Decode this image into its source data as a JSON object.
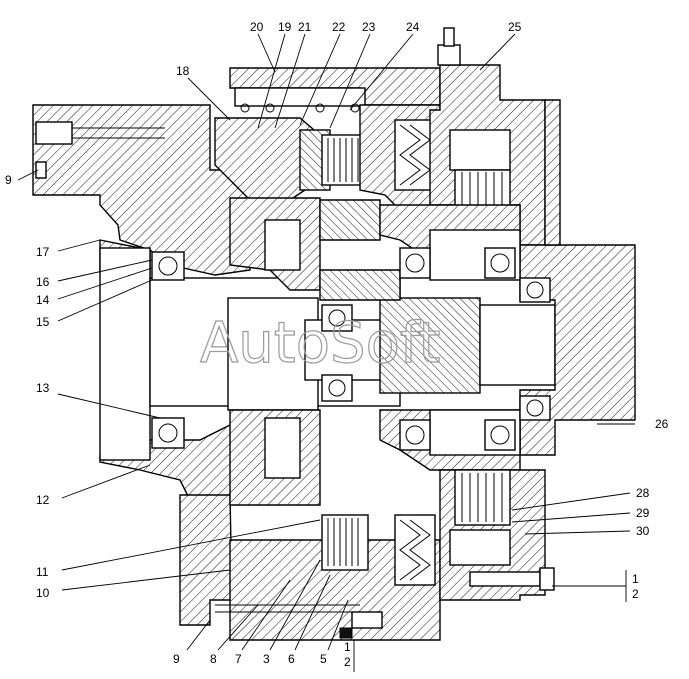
{
  "drawing": {
    "watermark": "AutoSoft"
  },
  "callouts": {
    "c20": "20",
    "c19": "19",
    "c21": "21",
    "c22": "22",
    "c23": "23",
    "c24": "24",
    "c25": "25",
    "c18": "18",
    "c9top": "9",
    "c17": "17",
    "c16": "16",
    "c14": "14",
    "c15": "15",
    "c13": "13",
    "c12": "12",
    "c11": "11",
    "c10": "10",
    "c9bot": "9",
    "c8": "8",
    "c7": "7",
    "c3": "3",
    "c6": "6",
    "c5": "5",
    "c1bot": "1",
    "c2bot": "2",
    "c26": "26",
    "c28": "28",
    "c29": "29",
    "c30": "30",
    "c1right": "1",
    "c2right": "2"
  }
}
